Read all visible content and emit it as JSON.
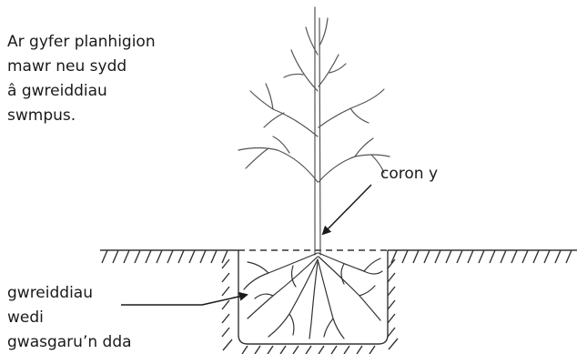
{
  "intro": [
    "Ar gyfer planhigion",
    "mawr neu sydd",
    "â gwreiddiau",
    "swmpus."
  ],
  "callouts": {
    "crown": "coron y",
    "roots": [
      "gwreiddiau",
      "wedi",
      "gwasgaru’n dda"
    ]
  }
}
